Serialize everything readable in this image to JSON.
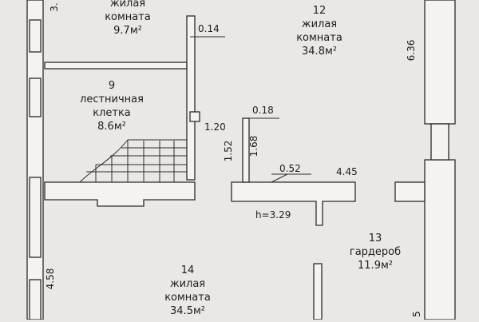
{
  "rooms": {
    "living_top_left": {
      "type": "жилая",
      "type2": "комната",
      "area": "9.7м²"
    },
    "living_12": {
      "number": "12",
      "type": "жилая",
      "type2": "комната",
      "area": "34.8м²"
    },
    "stair_9": {
      "number": "9",
      "type": "лестничная",
      "type2": "клетка",
      "area": "8.6м²"
    },
    "wardrobe_13": {
      "number": "13",
      "type": "гардероб",
      "area": "11.9м²"
    },
    "living_14": {
      "number": "14",
      "type": "жилая",
      "type2": "комната",
      "area": "34.5м²"
    }
  },
  "dimensions": {
    "d_0_14": "0.14",
    "d_0_18": "0.18",
    "d_1_20": "1.20",
    "d_1_52": "1.52",
    "d_1_68": "1.68",
    "d_0_52": "0.52",
    "d_4_45": "4.45",
    "d_6_36": "6.36",
    "d_4_58": "4.58",
    "d_3_top": "3.",
    "d_h": "h=3.29",
    "d_5_partial": "5"
  },
  "colors": {
    "line": "#2b2b2b",
    "paper": "#e9e8e4",
    "wall": "#f4f3ef"
  }
}
